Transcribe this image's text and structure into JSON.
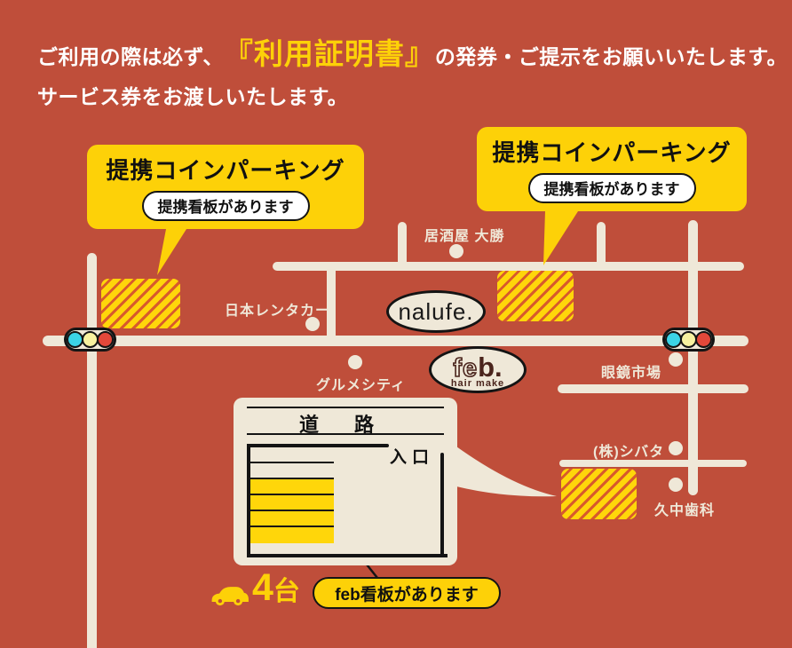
{
  "header": {
    "line1_prefix": "ご利用の際は必ず、",
    "line1_highlight": "『利用証明書』",
    "line1_suffix": "の発券・ご提示をお願いいたします。",
    "line2": "サービス券をお渡しいたします。"
  },
  "callouts": {
    "left": {
      "title": "提携コインパーキング",
      "badge": "提携看板があります"
    },
    "right": {
      "title": "提携コインパーキング",
      "badge": "提携看板があります"
    }
  },
  "map": {
    "labels": {
      "izakaya": "居酒屋 大勝",
      "rentacar": "日本レンタカー",
      "gourmet": "グルメシティ",
      "megane": "眼鏡市場",
      "shibata": "(株)シバタ",
      "dental": "久中歯科"
    },
    "logos": {
      "nalufe": "nalufe.",
      "feb_outline": "fe",
      "feb_solid": "b.",
      "feb_sub": "hair make"
    }
  },
  "parking_diagram": {
    "road_label": "道路",
    "entrance_label": "入口",
    "capacity_number": "4",
    "capacity_unit": "台",
    "note": "feb看板があります"
  },
  "colors": {
    "bg": "#bf4e3a",
    "yellow": "#fdd108",
    "hatch-yellow": "#ffd60a",
    "stripe": "#d85a2c",
    "cream": "#efe8d8",
    "brown": "#4a241c",
    "tl-cyan": "#3bd4e6",
    "tl-yellow": "#f8f2a0",
    "tl-red": "#e2483a"
  }
}
